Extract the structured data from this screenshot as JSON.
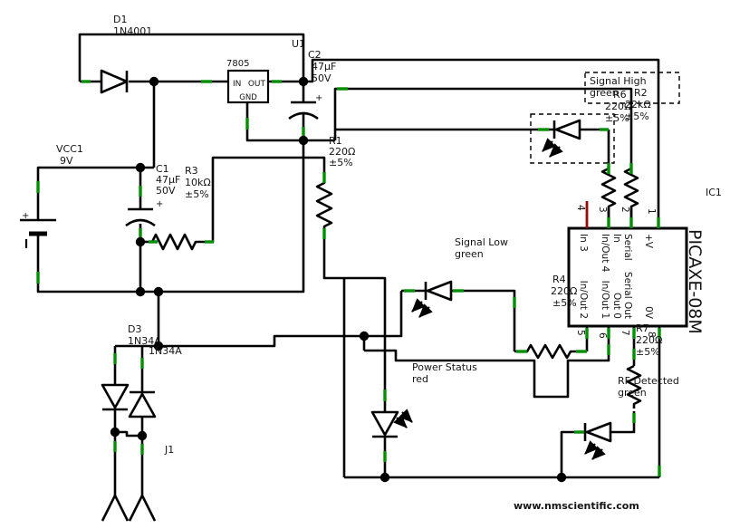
{
  "symbols": {
    "plus": "+"
  },
  "footer": {
    "url": "www.nmscientific.com"
  },
  "parts": {
    "d1": {
      "ref": "D1",
      "part": "1N4001"
    },
    "u1": {
      "ref": "U1",
      "part": "7805",
      "in": "IN",
      "out": "OUT",
      "gnd": "GND"
    },
    "c2": {
      "ref": "C2",
      "value": "47µF",
      "volt": "50V"
    },
    "vcc1": {
      "ref": "VCC1",
      "value": "9V"
    },
    "c1": {
      "ref": "C1",
      "value": "47µF",
      "volt": "50V"
    },
    "r1": {
      "ref": "R1",
      "value": "220Ω",
      "tol": "±5%"
    },
    "r2": {
      "ref": "R2",
      "value": "22kΩ",
      "tol": "±5%"
    },
    "r3": {
      "ref": "R3",
      "value": "10kΩ",
      "tol": "±5%"
    },
    "r4": {
      "ref": "R4",
      "value": "220Ω",
      "tol": "±5%"
    },
    "r6": {
      "ref": "R6",
      "value": "220Ω",
      "tol": "±5%"
    },
    "r7": {
      "ref": "R7",
      "value": "220Ω",
      "tol": "±5%"
    },
    "d3": {
      "ref": "D3",
      "part": "1N34A"
    },
    "d2": {
      "part": "1N34A"
    },
    "j1": {
      "ref": "J1"
    }
  },
  "ic1": {
    "ref": "IC1",
    "part": "PICAXE-08M",
    "pin_labels": {
      "p1": "+V",
      "p2a": "Serial",
      "p2b": "In",
      "p3": "In/Out 4",
      "p4": "In 3",
      "p5": "In/Out 2",
      "p6": "In/Out 1",
      "p7a": "Serial Out",
      "p7b": "Out 0",
      "p8": "0V"
    },
    "pin_numbers": {
      "n1": "1",
      "n2": "2",
      "n3": "3",
      "n4": "4",
      "n5": "5",
      "n6": "6",
      "n7": "7",
      "n8": "8"
    }
  },
  "labels": {
    "signal_high": {
      "line1": "Signal High",
      "line2": "green"
    },
    "signal_low": {
      "line1": "Signal Low",
      "line2": "green"
    },
    "power_status": {
      "line1": "Power Status",
      "line2": "red"
    },
    "rf_detected": {
      "line1": "RF Detected",
      "line2": "green"
    }
  },
  "colors": {
    "wire": "#000000",
    "node": "#008e00",
    "special_wire": "#9b0b0b",
    "text": "#141414",
    "background": "#ffffff"
  }
}
